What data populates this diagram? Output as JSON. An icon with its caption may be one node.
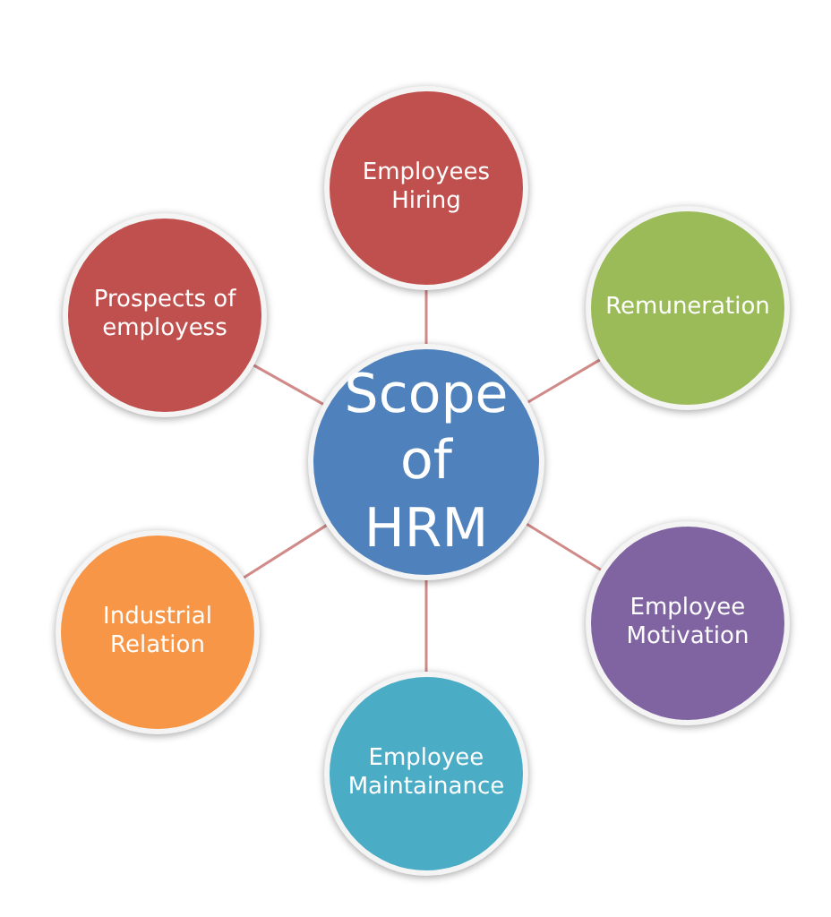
{
  "diagram": {
    "nodes": [
      {
        "text": [
          "Scope of HRM"
        ]
      },
      {
        "text": [
          "Employees Hiring"
        ]
      },
      {
        "text": [
          "Remuneration"
        ]
      },
      {
        "text": [
          "Employee Motivation"
        ]
      },
      {
        "text": [
          "Employee Maintainance"
        ]
      },
      {
        "text": [
          "Industrial Relation"
        ]
      },
      {
        "text": [
          "Prospects of employess"
        ]
      }
    ],
    "edges": [
      {
        "from": 0,
        "to": 1,
        "arrow": "none"
      },
      {
        "from": 0,
        "to": 2,
        "arrow": "none"
      },
      {
        "from": 0,
        "to": 3,
        "arrow": "none"
      },
      {
        "from": 0,
        "to": 4,
        "arrow": "none"
      },
      {
        "from": 0,
        "to": 5,
        "arrow": "none"
      },
      {
        "from": 0,
        "to": 6,
        "arrow": "none"
      }
    ]
  }
}
